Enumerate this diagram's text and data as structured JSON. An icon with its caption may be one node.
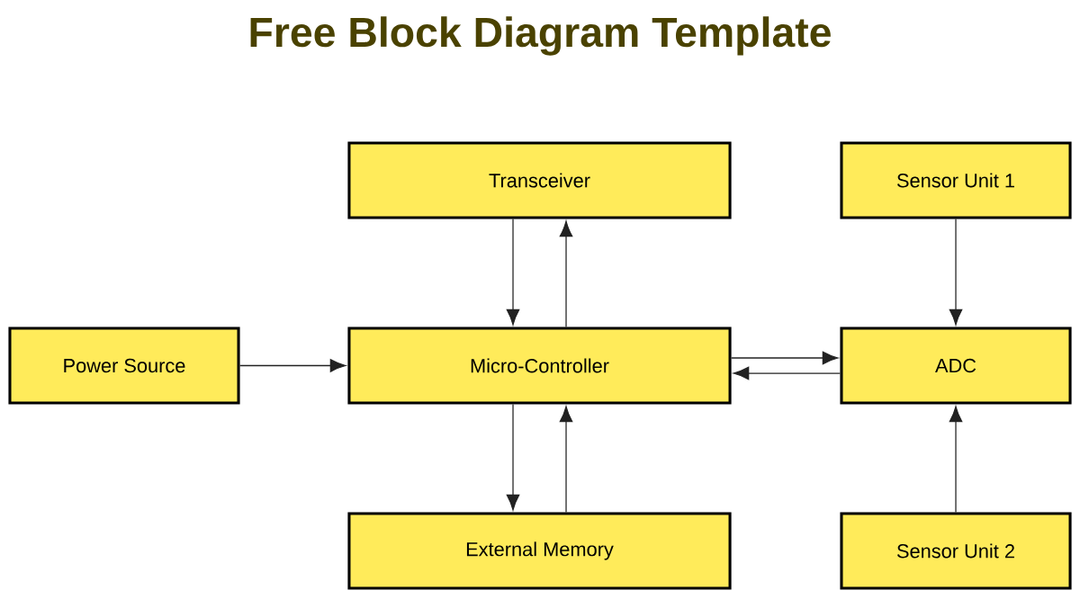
{
  "diagram": {
    "title": "Free Block Diagram Template",
    "nodes": [
      {
        "text": [
          "Transceiver"
        ]
      },
      {
        "text": [
          "Sensor Unit 1"
        ]
      },
      {
        "text": [
          "Power Source"
        ]
      },
      {
        "text": [
          "Micro-Controller"
        ]
      },
      {
        "text": [
          "ADC"
        ]
      },
      {
        "text": [
          "External Memory"
        ]
      },
      {
        "text": [
          "Sensor Unit 2"
        ]
      }
    ],
    "edges": [
      {
        "from": 0,
        "to": 3,
        "arrow": "to"
      },
      {
        "from": 3,
        "to": 0,
        "arrow": "to"
      },
      {
        "from": 1,
        "to": 4,
        "arrow": "to"
      },
      {
        "from": 2,
        "to": 3,
        "arrow": "to"
      },
      {
        "from": 3,
        "to": 4,
        "arrow": "to"
      },
      {
        "from": 4,
        "to": 3,
        "arrow": "to"
      },
      {
        "from": 5,
        "to": 3,
        "arrow": "to"
      },
      {
        "from": 3,
        "to": 5,
        "arrow": "to"
      },
      {
        "from": 6,
        "to": 4,
        "arrow": "to"
      }
    ]
  }
}
